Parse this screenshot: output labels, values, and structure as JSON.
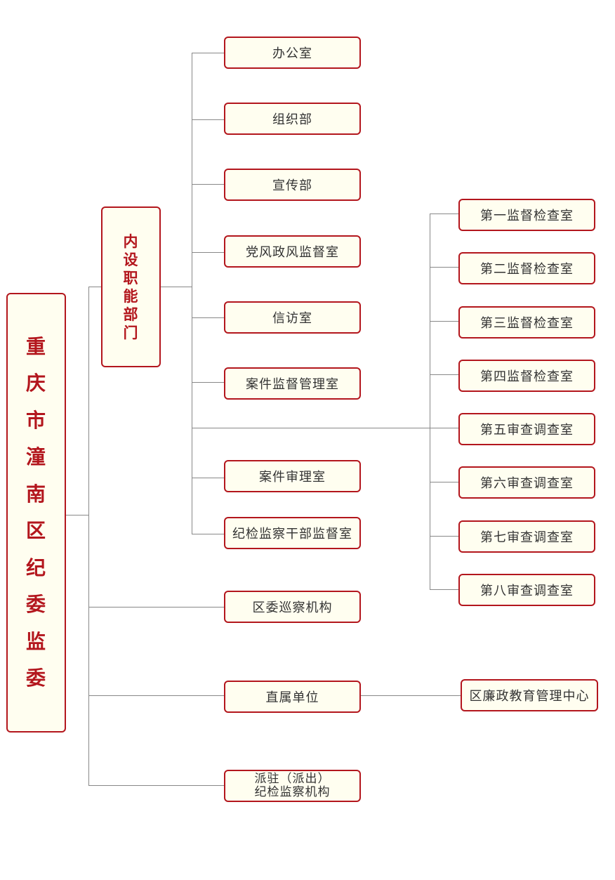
{
  "root": {
    "label": "重庆市潼南区纪委监委"
  },
  "internal": {
    "label": "内设职能部门"
  },
  "middle": [
    "办公室",
    "组织部",
    "宣传部",
    "党风政风监督室",
    "信访室",
    "案件监督管理室",
    "案件审理室",
    "纪检监察干部监督室"
  ],
  "branches": {
    "patrol": "区委巡察机构",
    "direct": "直属单位",
    "dispatched_line1": "派驻（派出）",
    "dispatched_line2": "纪检监察机构"
  },
  "right": [
    "第一监督检查室",
    "第二监督检查室",
    "第三监督检查室",
    "第四监督检查室",
    "第五审查调查室",
    "第六审查调查室",
    "第七审查调查室",
    "第八审查调查室"
  ],
  "direct_child": "区廉政教育管理中心",
  "colors": {
    "border": "#b3161d",
    "fill": "#fffef0",
    "line": "#888888"
  }
}
